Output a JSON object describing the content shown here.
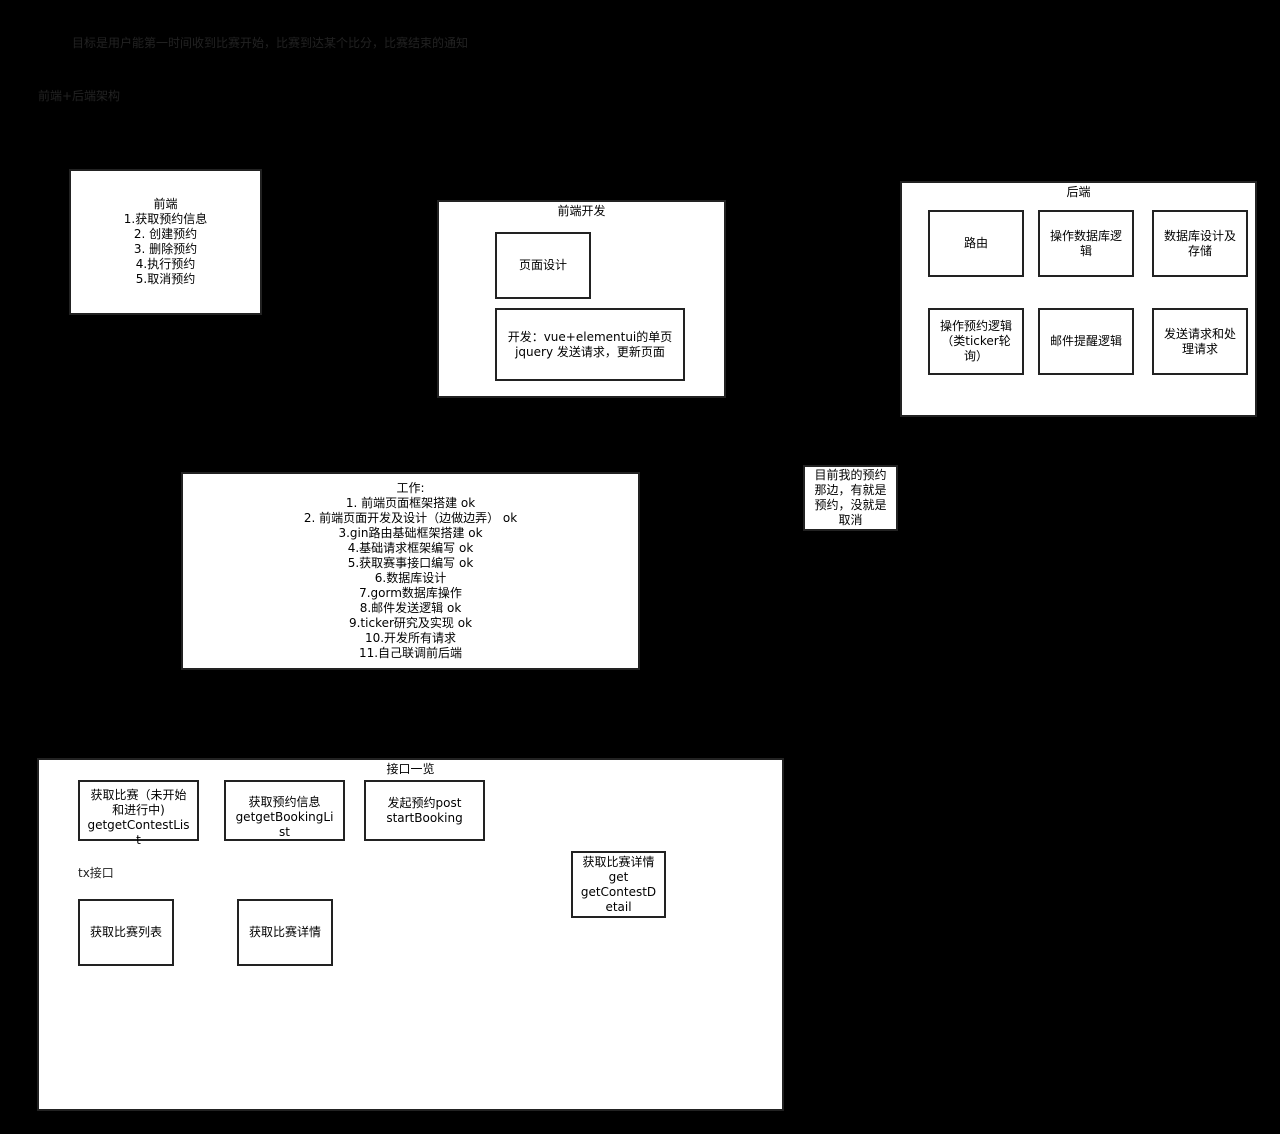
{
  "notes": {
    "goal": "目标是用户能第一时间收到比赛开始，比赛到达某个比分，比赛结束的通知",
    "arch": "前端+后端架构"
  },
  "frontend_box": {
    "text": "前端\n1.获取预约信息\n2. 创建预约\n3. 删除预约\n4.执行预约\n5.取消预约"
  },
  "frontend_dev": {
    "title": "前端开发",
    "page_design": "页面设计",
    "dev": "开发：vue+elementui的单页\njquery 发送请求，更新页面"
  },
  "backend": {
    "title": "后端",
    "router": "路由",
    "db_logic": "操作数据库逻\n辑",
    "db_design": "数据库设计及\n存储",
    "booking_logic": "操作预约逻辑\n（类ticker轮\n询）",
    "mail_logic": "邮件提醒逻辑",
    "request_logic": "发送请求和处\n理请求"
  },
  "booking_note": {
    "text": "目前我的预约\n那边，有就是\n预约，没就是\n取消"
  },
  "work_box": {
    "text": "工作:\n1. 前端页面框架搭建 ok\n2. 前端页面开发及设计（边做边弄） ok\n3.gin路由基础框架搭建 ok\n4.基础请求框架编写 ok\n5.获取赛事接口编写 ok\n6.数据库设计\n7.gorm数据库操作\n8.邮件发送逻辑 ok\n9.ticker研究及实现 ok\n10.开发所有请求\n11.自己联调前后端"
  },
  "api": {
    "title": "接口一览",
    "get_contest": "获取比赛（未开始\n和进行中)\ngetgetContestLis\nt",
    "get_booking": "获取预约信息\ngetgetBookingLi\nst",
    "start_booking": "发起预约post\nstartBooking",
    "contest_detail": "获取比赛详情\nget\ngetContestD\netail",
    "tx_label": "tx接口",
    "tx_list": "获取比赛列表",
    "tx_detail": "获取比赛详情"
  }
}
